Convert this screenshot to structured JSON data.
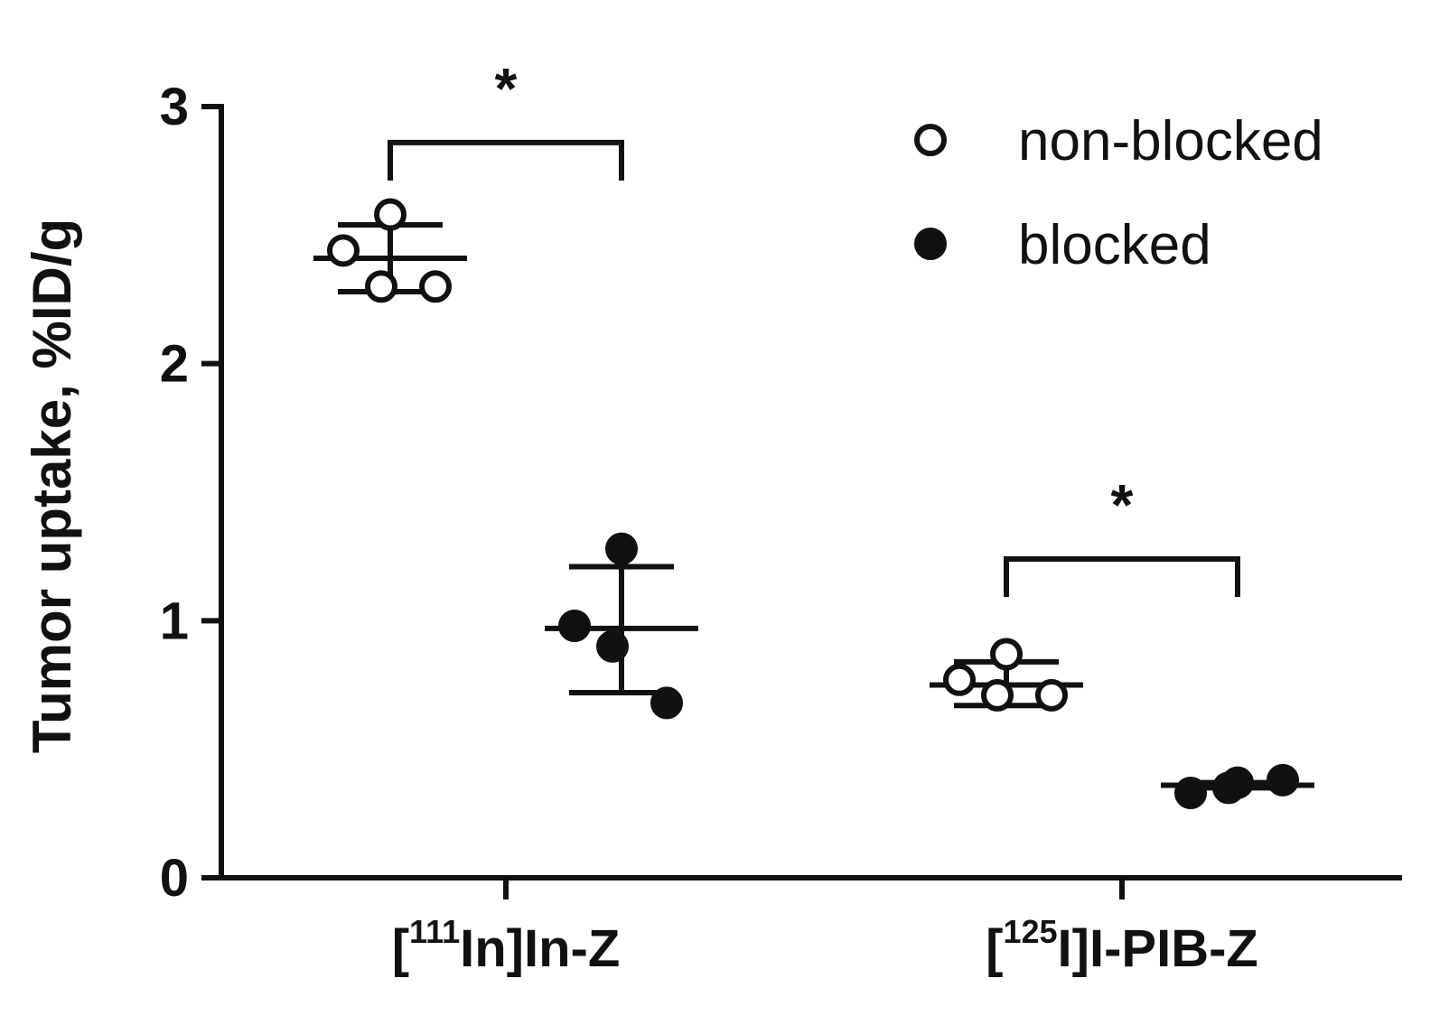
{
  "chart_data": {
    "type": "scatter",
    "title": "",
    "ylabel": "Tumor uptake, %ID/g",
    "ylim": [
      0,
      3
    ],
    "yticks": [
      0,
      1,
      2,
      3
    ],
    "grid": false,
    "legend_position": "top-right",
    "categories": [
      {
        "id": "in",
        "prefix": "[",
        "sup": "111",
        "suffix": "In]In-Z"
      },
      {
        "id": "i",
        "prefix": "[",
        "sup": "125",
        "suffix": "I]I-PIB-Z"
      }
    ],
    "series": [
      {
        "name": "non-blocked",
        "marker": "open-circle",
        "groups": [
          {
            "category": "in",
            "points": [
              2.58,
              2.44,
              2.3,
              2.3
            ],
            "mean": 2.41,
            "sd_upper": 2.54,
            "sd_lower": 2.28
          },
          {
            "category": "i",
            "points": [
              0.87,
              0.77,
              0.71,
              0.71
            ],
            "mean": 0.75,
            "sd_upper": 0.84,
            "sd_lower": 0.67
          }
        ]
      },
      {
        "name": "blocked",
        "marker": "filled-circle",
        "groups": [
          {
            "category": "in",
            "points": [
              1.28,
              0.98,
              0.9,
              0.68
            ],
            "mean": 0.97,
            "sd_upper": 1.21,
            "sd_lower": 0.72
          },
          {
            "category": "i",
            "points": [
              0.37,
              0.33,
              0.35,
              0.38
            ],
            "mean": 0.36,
            "sd_upper": 0.37,
            "sd_lower": 0.35
          }
        ]
      }
    ],
    "annotations": [
      {
        "category": "in",
        "text": "*",
        "bracket_y": 2.86
      },
      {
        "category": "i",
        "text": "*",
        "bracket_y": 1.24
      }
    ]
  }
}
